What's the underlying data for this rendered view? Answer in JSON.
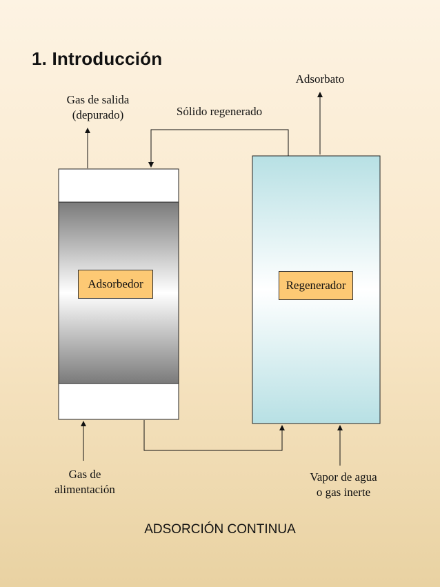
{
  "heading": "1. Introducción",
  "labels": {
    "gas_out_line1": "Gas de salida",
    "gas_out_line2": "(depurado)",
    "regen_solid": "Sólido regenerado",
    "adsorbate": "Adsorbato",
    "feed_line1": "Gas de",
    "feed_line2": "alimentación",
    "steam_line1": "Vapor de agua",
    "steam_line2": "o gas inerte"
  },
  "units": {
    "adsorber": "Adsorbedor",
    "regenerator": "Regenerador"
  },
  "caption": "ADSORCIÓN CONTINUA",
  "colors": {
    "tag_fill": "#fdc974",
    "adsorber_bed_dark": "#7a7a7a",
    "regenerator_edge": "#b7e0e4"
  }
}
